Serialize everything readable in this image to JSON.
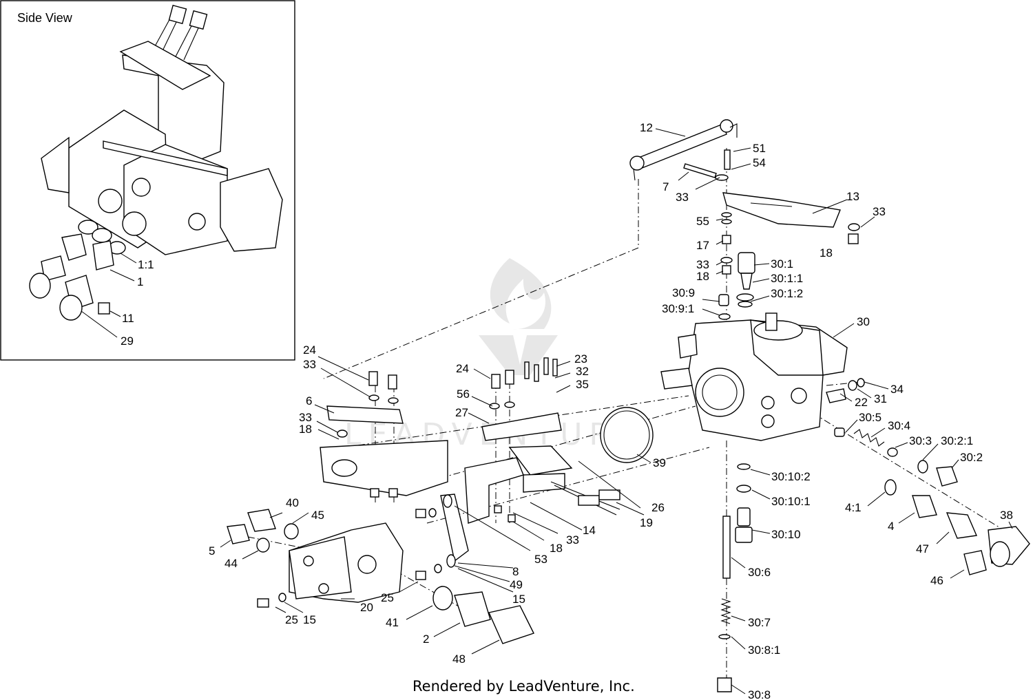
{
  "inset": {
    "title": "Side View",
    "callouts": [
      "1:1",
      "1",
      "11",
      "29"
    ]
  },
  "callouts": [
    "12",
    "51",
    "54",
    "7",
    "33",
    "13",
    "33",
    "55",
    "18",
    "17",
    "33",
    "18",
    "30:1",
    "30:1:1",
    "30:1:2",
    "30:9",
    "30:9:1",
    "30",
    "24",
    "33",
    "6",
    "33",
    "18",
    "24",
    "23",
    "32",
    "35",
    "56",
    "27",
    "39",
    "26",
    "19",
    "14",
    "33",
    "18",
    "53",
    "8",
    "49",
    "15",
    "25",
    "20",
    "25",
    "15",
    "40",
    "45",
    "5",
    "44",
    "41",
    "2",
    "48",
    "34",
    "31",
    "22",
    "30:5",
    "30:4",
    "30:3",
    "30:2:1",
    "30:2",
    "30:10:2",
    "30:10:1",
    "30:10",
    "30:6",
    "30:7",
    "30:8:1",
    "30:8",
    "4:1",
    "4",
    "47",
    "38",
    "46"
  ],
  "watermark": "LEADVENTURE",
  "footer": "Rendered by LeadVenture, Inc."
}
